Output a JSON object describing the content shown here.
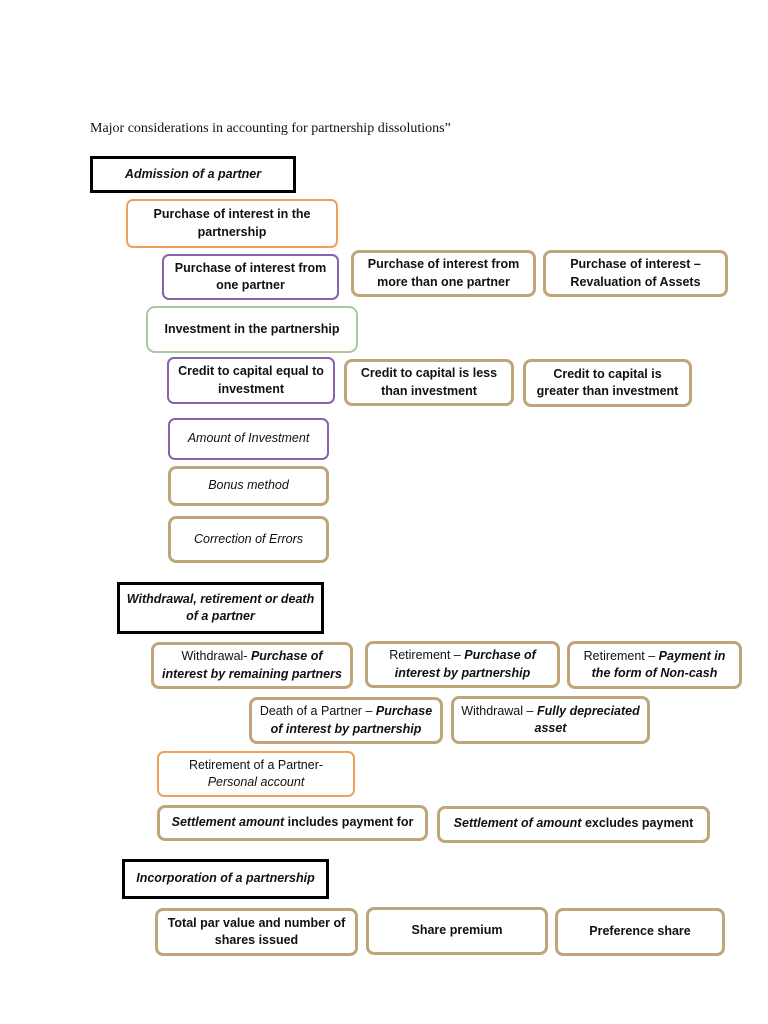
{
  "title": "Major considerations in accounting for partnership dissolutions”",
  "admission": {
    "heading": "Admission of a partner",
    "purchase_interest": "Purchase of interest in the partnership",
    "from_one": "Purchase of interest from one partner",
    "from_more": "Purchase of interest from more than one partner",
    "revaluation": "Purchase of interest – Revaluation of Assets",
    "investment": "Investment in the partnership",
    "credit_equal": "Credit to capital equal to investment",
    "credit_less": "Credit to capital is less than investment",
    "credit_greater": "Credit to capital is greater than investment",
    "amount_investment": "Amount of Investment",
    "bonus_method": "Bonus method",
    "correction_errors": "Correction of Errors"
  },
  "withdrawal": {
    "heading": "Withdrawal, retirement or death of a partner",
    "w1_prefix": "Withdrawal- ",
    "w1_emph": "Purchase of interest by remaining partners",
    "w2_prefix": "Retirement – ",
    "w2_emph": "Purchase of interest by partnership",
    "w3_prefix": "Retirement – ",
    "w3_emph": "Payment in the form of Non-cash",
    "w4_prefix": "Death of a Partner – ",
    "w4_emph": "Purchase of interest by partnership",
    "w5_prefix": "Withdrawal – ",
    "w5_emph": "Fully depreciated asset",
    "personal_prefix": "Retirement of a Partner-",
    "personal_emph": "Personal account",
    "settle_inc_a": "Settlement amount",
    "settle_inc_b": " includes payment for",
    "settle_exc_a": "Settlement of amount",
    "settle_exc_b": " excludes payment"
  },
  "incorporation": {
    "heading": "Incorporation of a partnership",
    "par_value": "Total par value and number of shares issued",
    "share_premium": "Share premium",
    "preference_share": "Preference share"
  },
  "colors": {
    "heading_border": "#000000",
    "orange": "#f0a05a",
    "purple": "#8a62a8",
    "green": "#a9c99a",
    "tan": "#bfa57a"
  }
}
